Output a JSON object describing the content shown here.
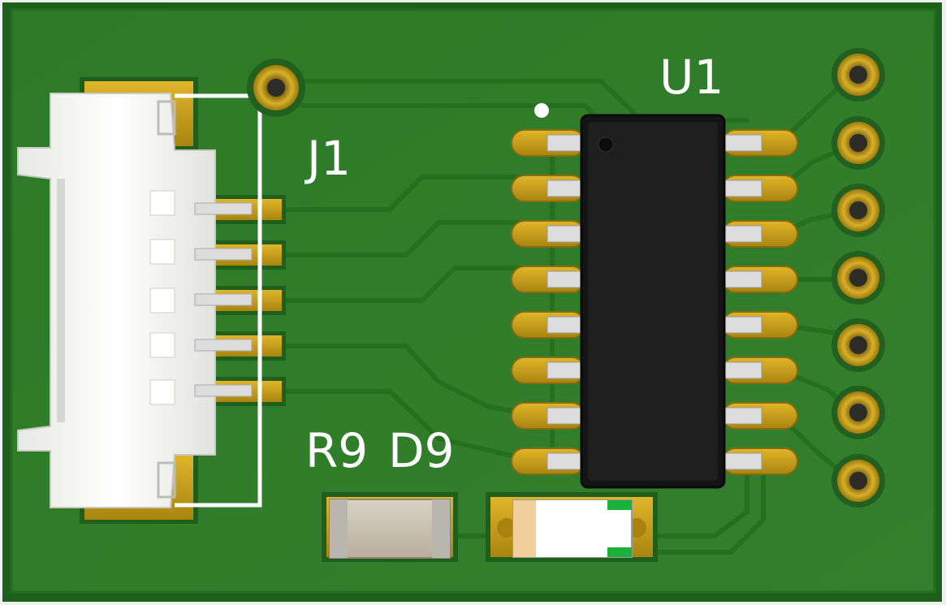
{
  "board": {
    "silkscreen_labels": {
      "j1": "J1",
      "u1": "U1",
      "r9": "R9",
      "d9": "D9"
    },
    "colors": {
      "background": "#eef0ee",
      "soldermask": "#2f7f2a",
      "soldermask_edge": "#1d5e1a",
      "trace": "#2a7424",
      "pad_gold": "#c9a11a",
      "pad_gold_dark": "#9c7a0c",
      "ic_body": "#1c1c1c",
      "pin_silver": "#d8d8d8",
      "connector_white": "#f3f3f1",
      "resistor_body": "#cdc4b4",
      "led_green": "#19b23a",
      "silkscreen": "#ffffff"
    },
    "components": {
      "connector": "J1",
      "ic": "U1",
      "resistor": "R9",
      "led": "D9"
    }
  }
}
